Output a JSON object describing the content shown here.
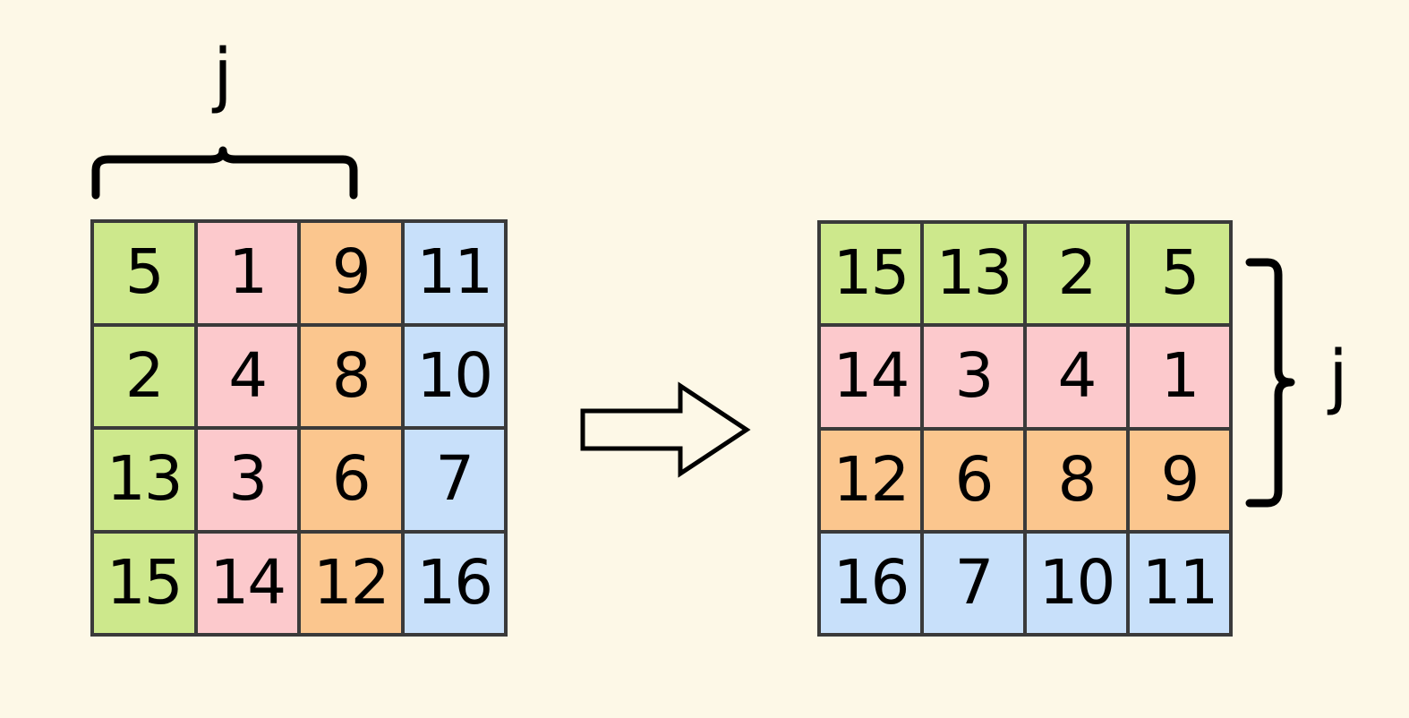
{
  "diagram": {
    "title": "matrix-transpose-diagram",
    "background_color": "#FDF8E7",
    "border_color": "#3A3A3A",
    "palette": {
      "green": "#CDE88C",
      "pink": "#FCC9CC",
      "orange": "#FBC68E",
      "blue": "#C8E0FA"
    }
  },
  "left_matrix": {
    "name": "source-matrix",
    "coloring": "by-column",
    "rows": [
      [
        "5",
        "1",
        "9",
        "11"
      ],
      [
        "2",
        "4",
        "8",
        "10"
      ],
      [
        "13",
        "3",
        "6",
        "7"
      ],
      [
        "15",
        "14",
        "12",
        "16"
      ]
    ],
    "column_colors": [
      "green",
      "pink",
      "orange",
      "blue"
    ]
  },
  "right_matrix": {
    "name": "result-matrix",
    "coloring": "by-row",
    "rows": [
      [
        "15",
        "13",
        "2",
        "5"
      ],
      [
        "14",
        "3",
        "4",
        "1"
      ],
      [
        "12",
        "6",
        "8",
        "9"
      ],
      [
        "16",
        "7",
        "10",
        "11"
      ]
    ],
    "row_colors": [
      "green",
      "pink",
      "orange",
      "blue"
    ]
  },
  "annotations": {
    "top_brace_label": "j",
    "top_brace_span_columns": 3,
    "right_brace_label": "j",
    "right_brace_span_rows": 3,
    "arrow": "right-arrow"
  }
}
